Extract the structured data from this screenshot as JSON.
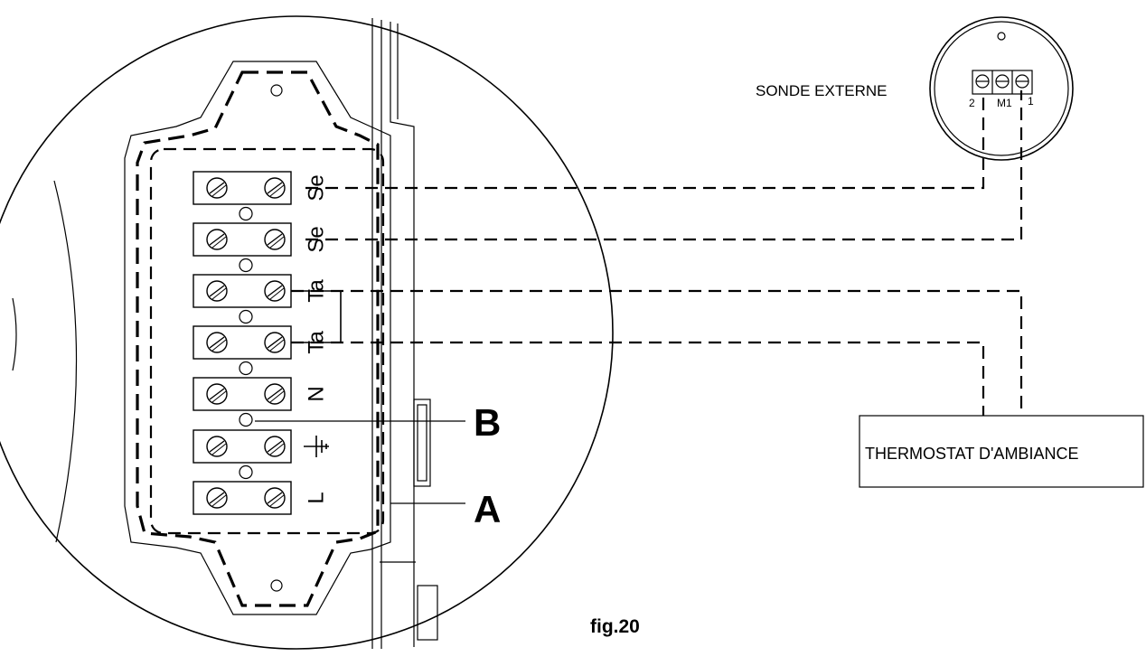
{
  "figure_label": "fig.20",
  "callouts": {
    "a": "A",
    "b": "B"
  },
  "external_sensor": {
    "label": "SONDE EXTERNE",
    "terminal_left": "2",
    "terminal_mid": "M1",
    "terminal_right": "1"
  },
  "room_thermostat": {
    "label": "THERMOSTAT D'AMBIANCE"
  },
  "terminal_labels": {
    "t1": "Se",
    "t2": "Se",
    "t3": "Ta",
    "t4": "Ta",
    "t5": "N",
    "t7": "L"
  },
  "earth_symbol": "earth-icon"
}
